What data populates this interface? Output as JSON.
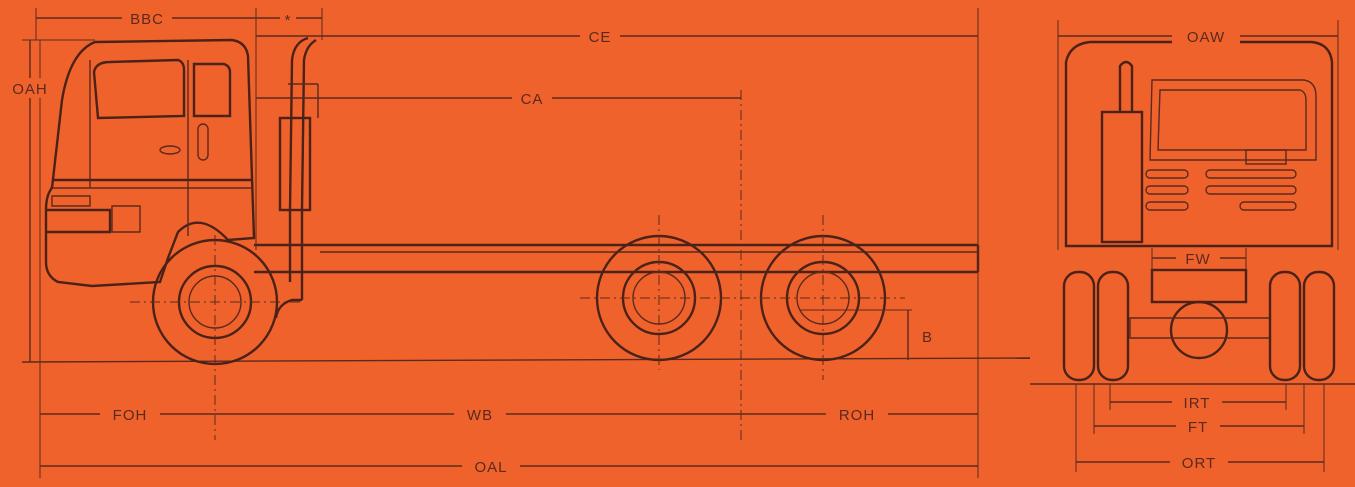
{
  "diagram": {
    "background": "#f0622c",
    "line_color": "#5a2a1e",
    "labels": {
      "bbc": "BBC",
      "star": "*",
      "ce": "CE",
      "ca": "CA",
      "oah": "OAH",
      "b": "B",
      "foh": "FOH",
      "wb": "WB",
      "roh": "ROH",
      "oal": "OAL",
      "oaw": "OAW",
      "fw": "FW",
      "irt": "IRT",
      "ft": "FT",
      "ort": "ORT"
    }
  }
}
